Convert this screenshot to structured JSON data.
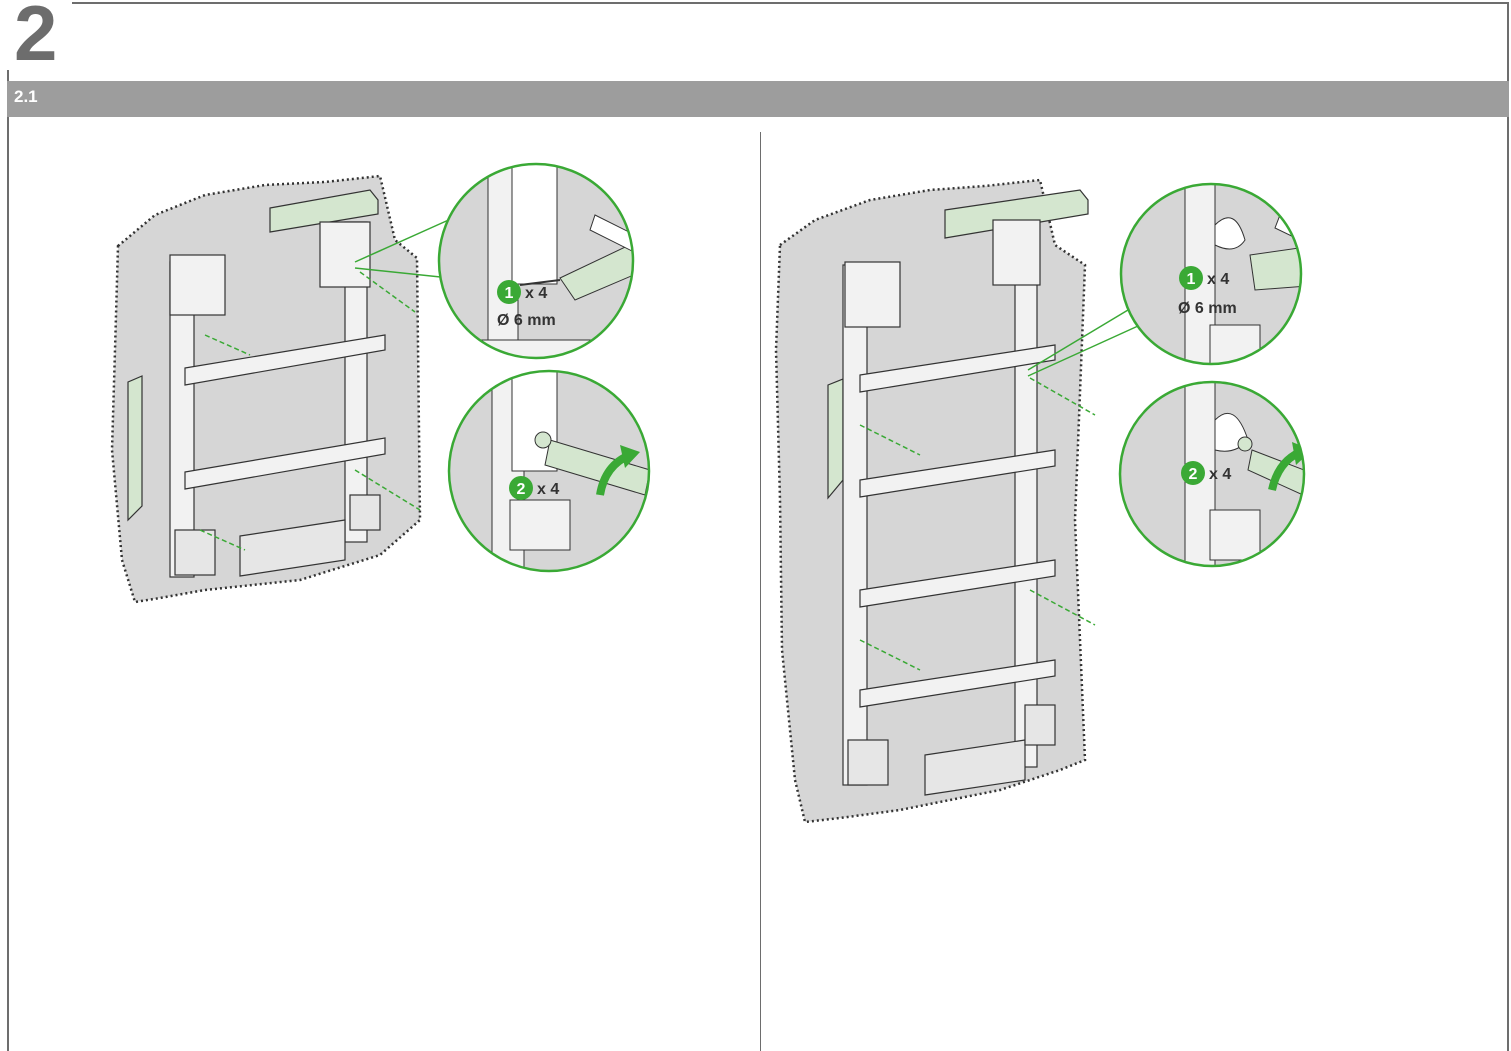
{
  "header": {
    "step_number": "2",
    "section_label": "2.1"
  },
  "colors": {
    "frame": "#6d6d6d",
    "section_bar": "#9d9d9d",
    "wall": "#d6d6d6",
    "accent_green": "#3aa935",
    "level_green": "#d4e6cf",
    "metal": "#f2f2f2",
    "outline": "#333333"
  },
  "left_figure": {
    "steps": [
      {
        "badge": "1",
        "quantity": "x 4",
        "size": "Ø 6 mm",
        "tool": "drill-icon"
      },
      {
        "badge": "2",
        "quantity": "x 4",
        "tool": "screwdriver-icon"
      }
    ]
  },
  "right_figure": {
    "steps": [
      {
        "badge": "1",
        "quantity": "x 4",
        "size": "Ø 6 mm",
        "tool": "drill-icon"
      },
      {
        "badge": "2",
        "quantity": "x 4",
        "tool": "screwdriver-icon"
      }
    ]
  }
}
